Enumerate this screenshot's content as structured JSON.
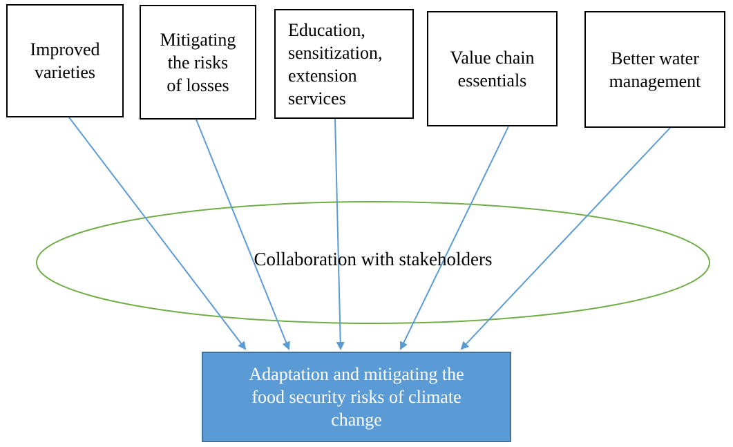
{
  "colors": {
    "arrow": "#5b9bd5",
    "ellipse_stroke": "#70ad47",
    "result_fill": "#5b9bd5",
    "result_border": "#41719c"
  },
  "factors": [
    {
      "label": "Improved\nvarieties"
    },
    {
      "label": "Mitigating\nthe risks\nof losses"
    },
    {
      "label": "Education,\nsensitization,\nextension\nservices"
    },
    {
      "label": "Value chain\nessentials"
    },
    {
      "label": "Better water\nmanagement"
    }
  ],
  "hub": {
    "label": "Collaboration with stakeholders"
  },
  "outcome": {
    "label": "Adaptation and mitigating the\nfood security risks of climate\nchange"
  }
}
